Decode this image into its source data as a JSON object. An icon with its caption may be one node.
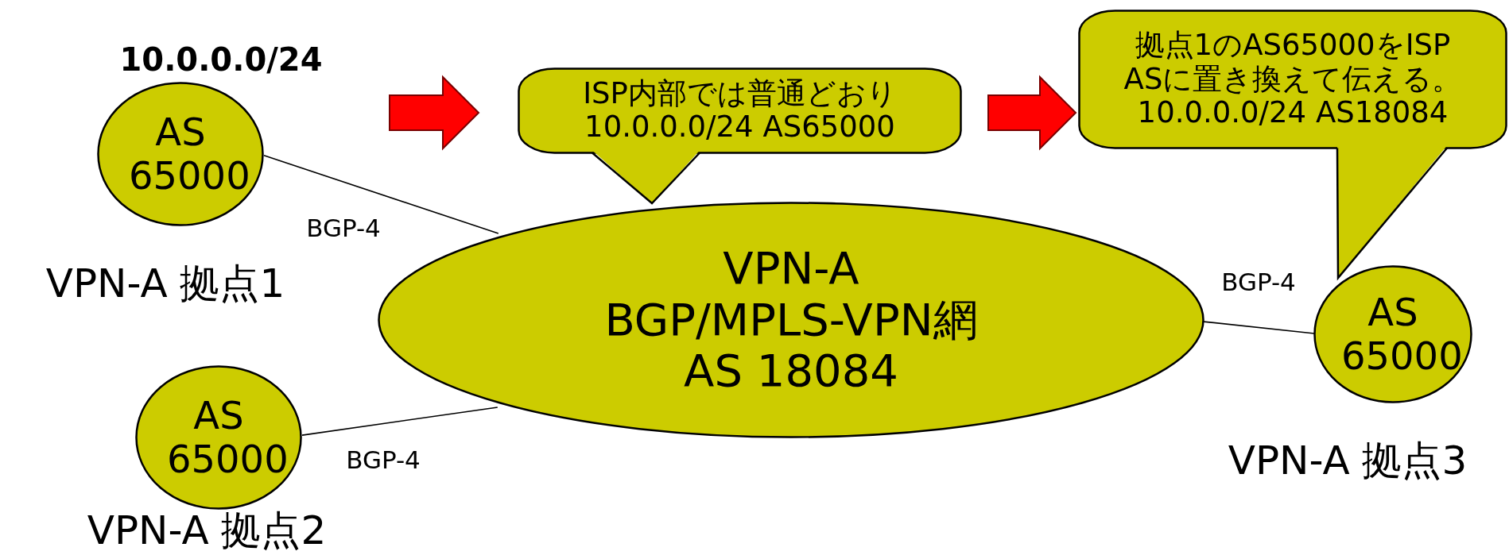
{
  "diagram": {
    "nodes": [
      {
        "text": [
          "AS 65000"
        ],
        "beside": [
          "10.0.0.0/24",
          "VPN-A 拠点1"
        ]
      },
      {
        "text": [
          "ISP内部では普通どおり 10.0.0.0/24 AS65000"
        ]
      },
      {
        "text": [
          "拠点1のAS65000をISP ASに置き換えて伝える。 10.0.0.0/24 AS18084"
        ]
      },
      {
        "text": [
          "VPN-A BGP/MPLS-VPN網 AS 18084"
        ]
      },
      {
        "text": [
          "AS 65000"
        ],
        "beside": [
          "VPN-A 拠点3"
        ]
      },
      {
        "text": [
          "AS 65000"
        ],
        "beside": [
          "VPN-A 拠点2"
        ]
      }
    ],
    "edges": [
      {
        "from": 0,
        "to": 3,
        "arrow": "none",
        "label": "BGP-4"
      },
      {
        "from": 5,
        "to": 3,
        "arrow": "none",
        "label": "BGP-4"
      },
      {
        "from": 3,
        "to": 4,
        "arrow": "none",
        "label": "BGP-4"
      },
      {
        "from": 0,
        "to": 1,
        "arrow": "to",
        "style": "thick",
        "color": "#ff0000"
      },
      {
        "from": 1,
        "to": 2,
        "arrow": "to",
        "style": "thick",
        "color": "#ff0000"
      }
    ]
  }
}
